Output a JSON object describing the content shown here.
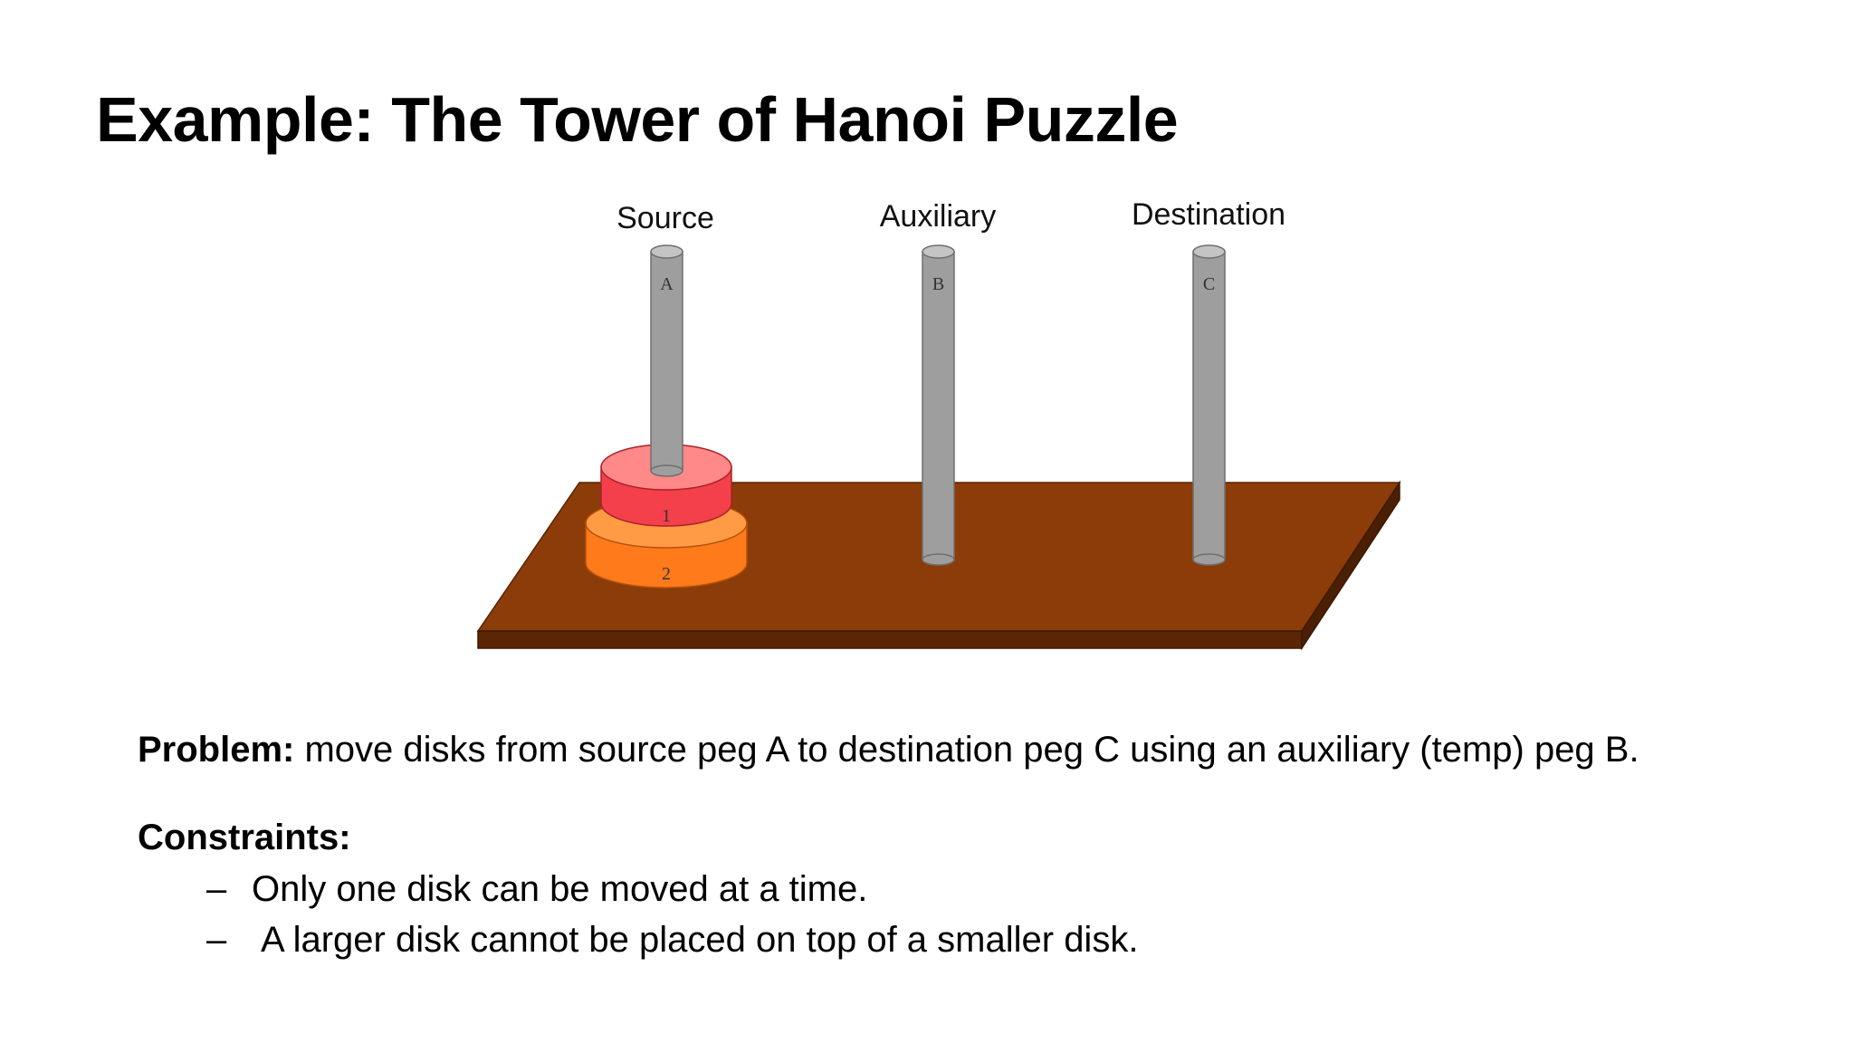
{
  "slide": {
    "title": "Example: The Tower of Hanoi Puzzle"
  },
  "diagram": {
    "pegs": [
      {
        "caption": "Source",
        "letter": "A"
      },
      {
        "caption": "Auxiliary",
        "letter": "B"
      },
      {
        "caption": "Destination",
        "letter": "C"
      }
    ],
    "disks": [
      {
        "label": "1",
        "color": "#f4404a"
      },
      {
        "label": "2",
        "color": "#ff7a1a"
      }
    ],
    "colors": {
      "board": "#8b3c08",
      "peg": "#9e9e9e"
    }
  },
  "problem": {
    "label": "Problem:",
    "text": "move disks from source peg A to destination peg C using an auxiliary (temp) peg B."
  },
  "constraints": {
    "heading": "Constraints:",
    "dash": "–",
    "items": [
      "Only one disk can be moved at a time.",
      "A larger disk cannot be placed on top of a smaller disk."
    ]
  }
}
